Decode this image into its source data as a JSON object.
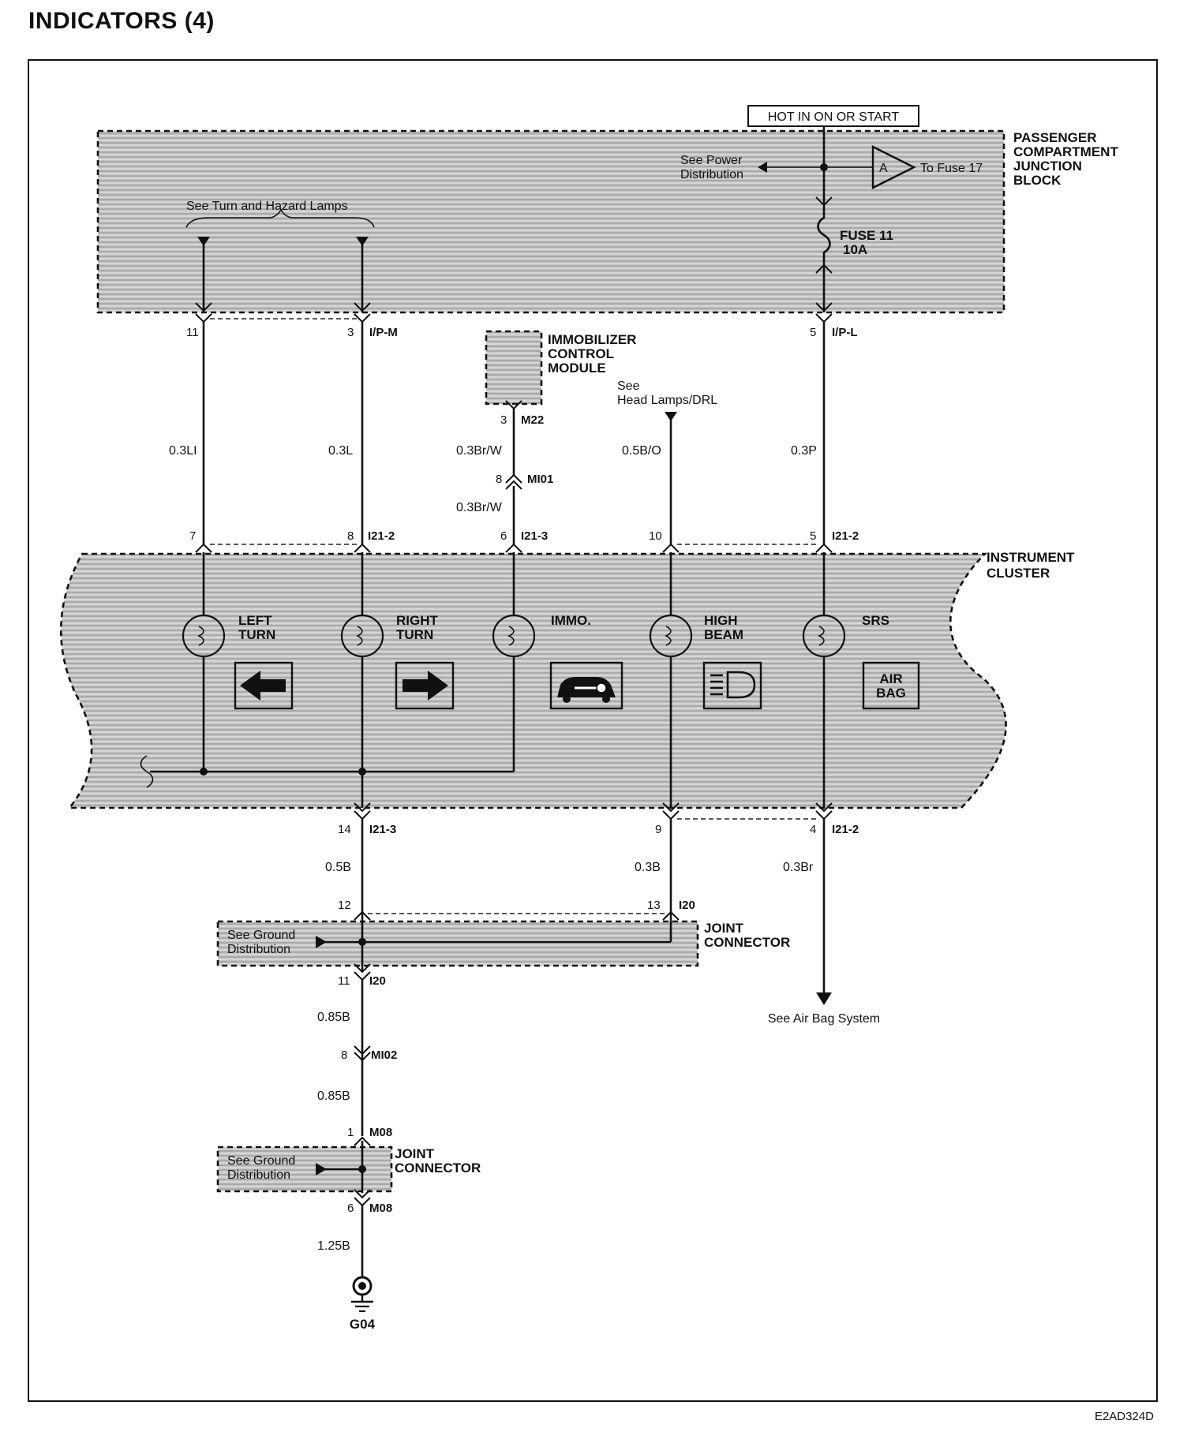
{
  "title": "INDICATORS (4)",
  "footer_code": "E2AD324D",
  "colors": {
    "ink": "#111111",
    "shade": "#bdbdbd",
    "background": "#ffffff"
  },
  "power": {
    "source_label": "HOT IN ON OR START",
    "see_power_line1": "See Power",
    "see_power_line2": "Distribution",
    "to_fuse": "To Fuse 17",
    "triangle_label": "A",
    "fuse_line1": "FUSE 11",
    "fuse_line2": "10A"
  },
  "junction_block": {
    "name_line1": "PASSENGER",
    "name_line2": "COMPARTMENT",
    "name_line3": "JUNCTION",
    "name_line4": "BLOCK",
    "see_turn_hazard": "See Turn and Hazard Lamps",
    "pin_11": "11",
    "pin_3": "3",
    "conn_ipm": "I/P-M",
    "pin_5": "5",
    "conn_ipl": "I/P-L"
  },
  "immobilizer": {
    "name_line1": "IMMOBILIZER",
    "name_line2": "CONTROL",
    "name_line3": "MODULE",
    "pin_3": "3",
    "conn_m22": "M22",
    "pin_8": "8",
    "conn_mi01": "MI01"
  },
  "head_lamps": {
    "see": "See",
    "ref": "Head Lamps/DRL"
  },
  "wires": {
    "w_left": "0.3LI",
    "w_right": "0.3L",
    "w_immo_upper": "0.3Br/W",
    "w_immo_lower": "0.3Br/W",
    "w_high_beam": "0.5B/O",
    "w_srs": "0.3P",
    "w_gnd_a": "0.5B",
    "w_high_beam_gnd": "0.3B",
    "w_srs_out": "0.3Br",
    "w_gnd_b": "0.85B",
    "w_gnd_c": "0.85B",
    "w_gnd_d": "1.25B"
  },
  "cluster_top": {
    "pin_7": "7",
    "pin_8": "8",
    "conn_a": "I21-2",
    "pin_6": "6",
    "conn_b": "I21-3",
    "pin_10": "10",
    "pin_5": "5",
    "conn_c": "I21-2"
  },
  "instrument_cluster": {
    "name_line1": "INSTRUMENT",
    "name_line2": "CLUSTER",
    "lamps": [
      {
        "line1": "LEFT",
        "line2": "TURN",
        "icon": "left-arrow-icon"
      },
      {
        "line1": "RIGHT",
        "line2": "TURN",
        "icon": "right-arrow-icon"
      },
      {
        "line1": "IMMO.",
        "line2": "",
        "icon": "car-key-icon"
      },
      {
        "line1": "HIGH",
        "line2": "BEAM",
        "icon": "high-beam-icon"
      },
      {
        "line1": "SRS",
        "line2": "",
        "icon": "airbag-icon"
      }
    ],
    "airbag_line1": "AIR",
    "airbag_line2": "BAG"
  },
  "cluster_bottom": {
    "pin_14": "14",
    "conn_a": "I21-3",
    "pin_9": "9",
    "pin_4": "4",
    "conn_b": "I21-2"
  },
  "joint_connector_1": {
    "name_line1": "JOINT",
    "name_line2": "CONNECTOR",
    "see_line1": "See Ground",
    "see_line2": "Distribution",
    "pin_12": "12",
    "pin_13": "13",
    "conn_top": "I20",
    "pin_11": "11",
    "conn_bottom": "I20"
  },
  "airbag_ref": "See Air Bag System",
  "mi02": {
    "pin": "8",
    "conn": "MI02"
  },
  "joint_connector_2": {
    "name_line1": "JOINT",
    "name_line2": "CONNECTOR",
    "see_line1": "See Ground",
    "see_line2": "Distribution",
    "pin_1": "1",
    "conn_top": "M08",
    "pin_6": "6",
    "conn_bottom": "M08"
  },
  "ground": {
    "label": "G04"
  }
}
